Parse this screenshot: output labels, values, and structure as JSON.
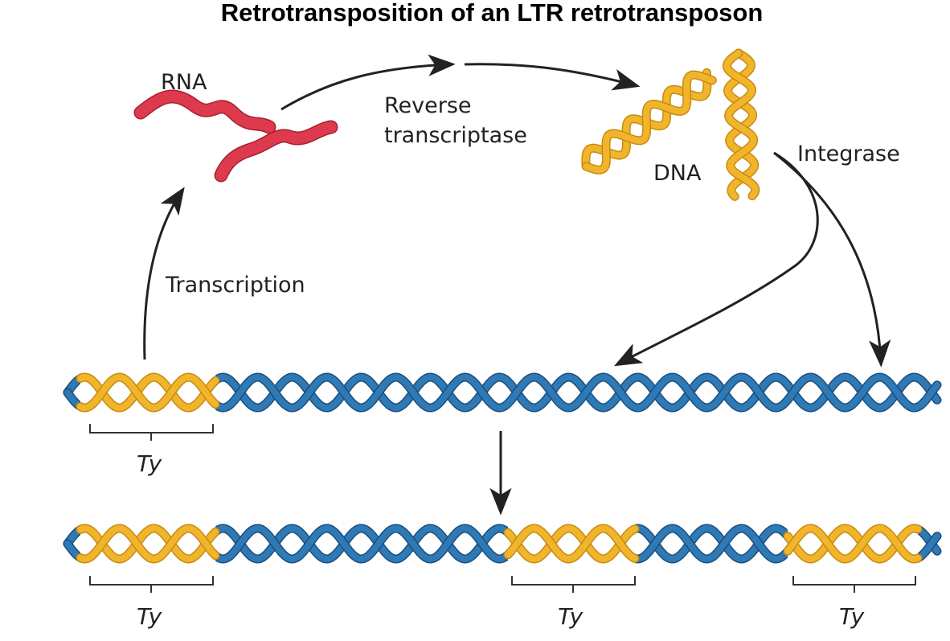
{
  "title": "Retrotransposition of an LTR retrotransposon",
  "labels": {
    "rna": "RNA",
    "reverse_transcriptase_line1": "Reverse",
    "reverse_transcriptase_line2": "transcriptase",
    "dna": "DNA",
    "integrase": "Integrase",
    "transcription": "Transcription",
    "ty": "Ty"
  },
  "colors": {
    "host_dna": "#2f79b5",
    "host_dna_dark": "#1a4f80",
    "element_dna": "#f1b52b",
    "element_dna_dark": "#c98a10",
    "rna": "#dd3a4e",
    "rna_dark": "#a8202f",
    "arrow": "#222222"
  },
  "top_chromosome": {
    "ty_elements": 1
  },
  "bottom_chromosome": {
    "ty_elements": 3
  }
}
